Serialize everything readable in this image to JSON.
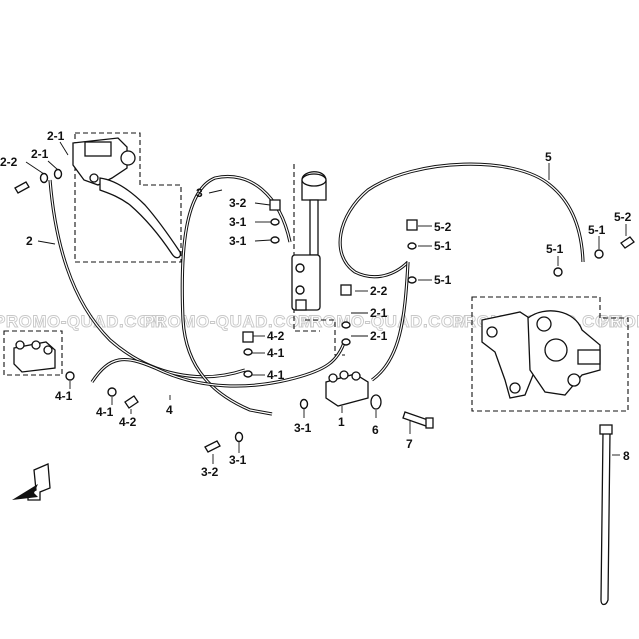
{
  "diagram": {
    "watermark": "PROMO-QUAD.COM",
    "callouts": {
      "c21a": "2-1",
      "c22a": "2-2",
      "c21b": "2-1",
      "c2": "2",
      "c3": "3",
      "c32a": "3-2",
      "c31a": "3-1",
      "c31b": "3-1",
      "c22b": "2-2",
      "c21c": "2-1",
      "c21d": "2-1",
      "c42a": "4-2",
      "c41a": "4-1",
      "c41b": "4-1",
      "c41c": "4-1",
      "c41d": "4-1",
      "c42b": "4-2",
      "c4": "4",
      "c31c": "3-1",
      "c1": "1",
      "c6": "6",
      "c7": "7",
      "c32b": "3-2",
      "c31d": "3-1",
      "c5": "5",
      "c52a": "5-2",
      "c51a": "5-1",
      "c51b": "5-1",
      "c51c": "5-1",
      "c51d": "5-1",
      "c52b": "5-2",
      "c8": "8"
    }
  }
}
